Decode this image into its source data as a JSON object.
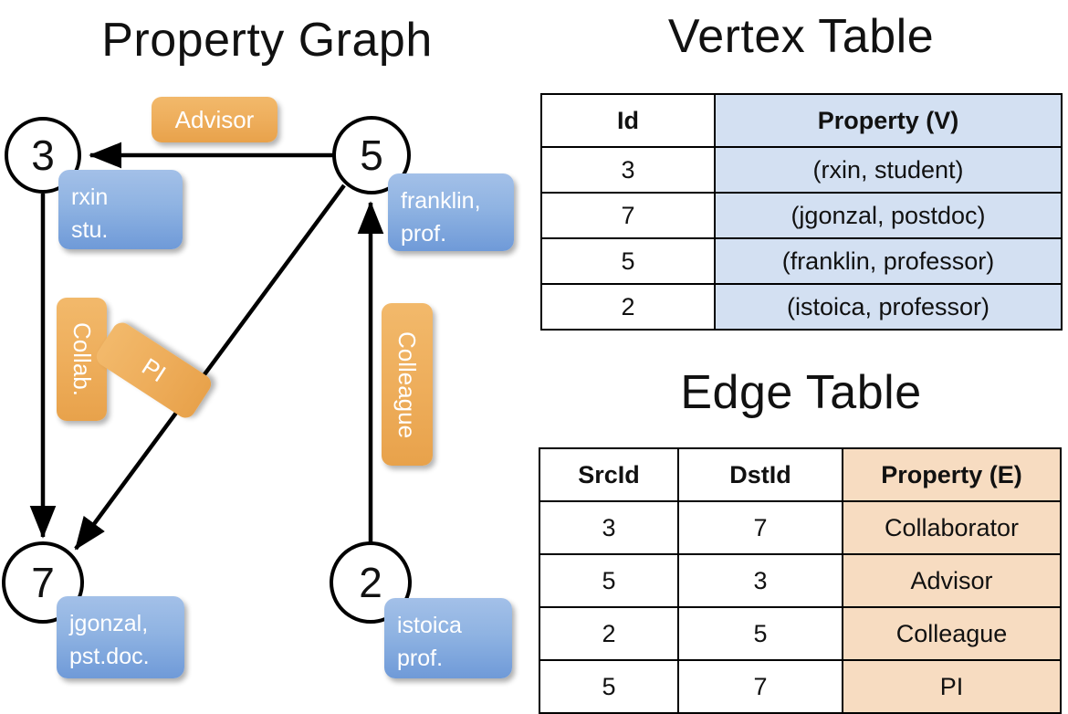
{
  "titles": {
    "property_graph": "Property Graph",
    "vertex_table": "Vertex Table",
    "edge_table": "Edge Table"
  },
  "graph": {
    "vertices": [
      {
        "id": "3",
        "property_line1": "rxin",
        "property_line2": "stu."
      },
      {
        "id": "5",
        "property_line1": "franklin,",
        "property_line2": "prof."
      },
      {
        "id": "7",
        "property_line1": "jgonzal,",
        "property_line2": "pst.doc."
      },
      {
        "id": "2",
        "property_line1": "istoica",
        "property_line2": "prof."
      }
    ],
    "edge_labels": [
      {
        "label": "Advisor"
      },
      {
        "label": "Collab."
      },
      {
        "label": "PI"
      },
      {
        "label": "Colleague"
      }
    ]
  },
  "vertex_table": {
    "headers": [
      "Id",
      "Property (V)"
    ],
    "rows": [
      [
        "3",
        "(rxin, student)"
      ],
      [
        "7",
        "(jgonzal, postdoc)"
      ],
      [
        "5",
        "(franklin, professor)"
      ],
      [
        "2",
        "(istoica, professor)"
      ]
    ]
  },
  "edge_table": {
    "headers": [
      "SrcId",
      "DstId",
      "Property (E)"
    ],
    "rows": [
      [
        "3",
        "7",
        "Collaborator"
      ],
      [
        "5",
        "3",
        "Advisor"
      ],
      [
        "2",
        "5",
        "Colleague"
      ],
      [
        "5",
        "7",
        "PI"
      ]
    ]
  },
  "colors": {
    "vertex_property_fill": "#d3e0f2",
    "edge_property_fill": "#f7dcc1",
    "blue_box": "#8fb3e2",
    "orange_box": "#eeae5c",
    "stroke": "#000000"
  }
}
